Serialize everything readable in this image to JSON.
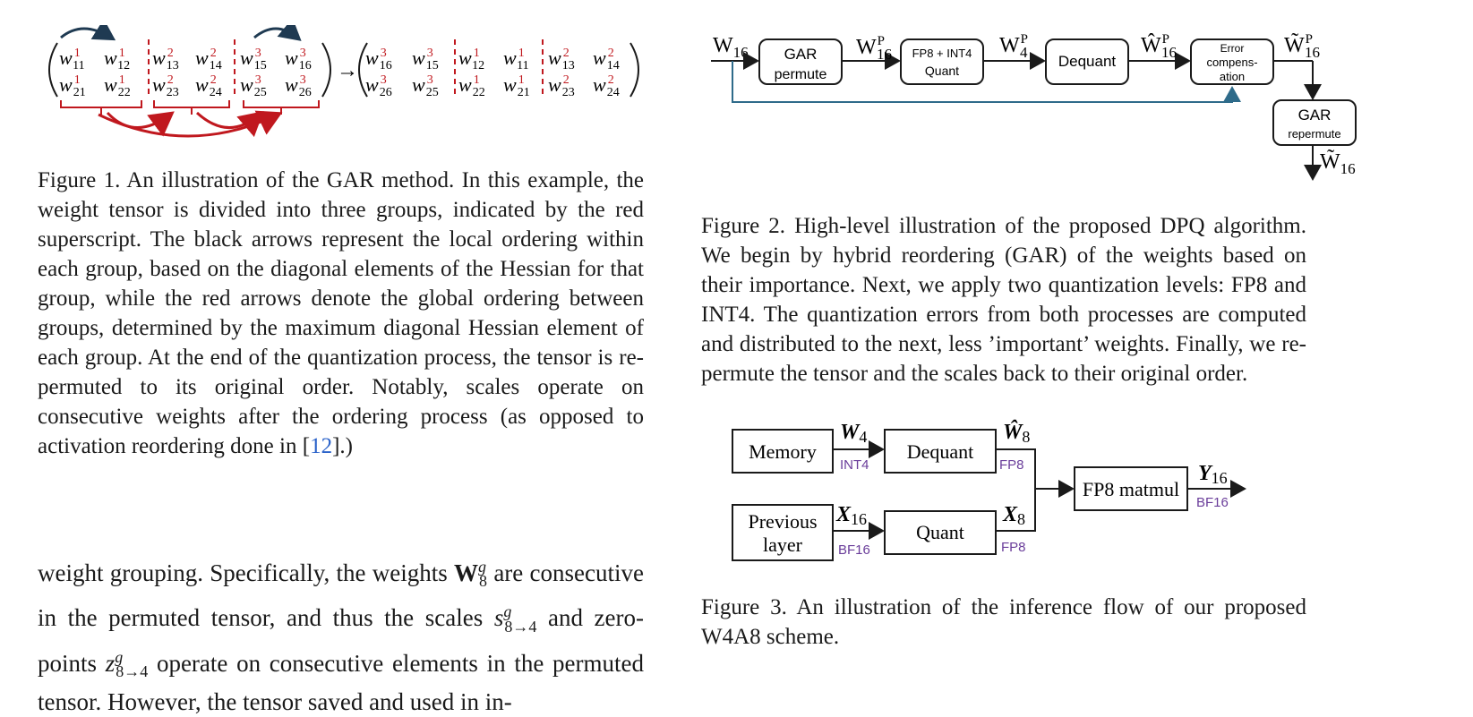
{
  "figure1": {
    "left_matrix": [
      [
        [
          "w",
          "11",
          "1"
        ],
        [
          "w",
          "12",
          "1"
        ],
        [
          "w",
          "13",
          "2"
        ],
        [
          "w",
          "14",
          "2"
        ],
        [
          "w",
          "15",
          "3"
        ],
        [
          "w",
          "16",
          "3"
        ]
      ],
      [
        [
          "w",
          "21",
          "1"
        ],
        [
          "w",
          "22",
          "1"
        ],
        [
          "w",
          "23",
          "2"
        ],
        [
          "w",
          "24",
          "2"
        ],
        [
          "w",
          "25",
          "3"
        ],
        [
          "w",
          "26",
          "3"
        ]
      ]
    ],
    "right_matrix": [
      [
        [
          "w",
          "16",
          "3"
        ],
        [
          "w",
          "15",
          "3"
        ],
        [
          "w",
          "12",
          "1"
        ],
        [
          "w",
          "11",
          "1"
        ],
        [
          "w",
          "13",
          "2"
        ],
        [
          "w",
          "14",
          "2"
        ]
      ],
      [
        [
          "w",
          "26",
          "3"
        ],
        [
          "w",
          "25",
          "3"
        ],
        [
          "w",
          "22",
          "1"
        ],
        [
          "w",
          "21",
          "1"
        ],
        [
          "w",
          "23",
          "2"
        ],
        [
          "w",
          "24",
          "2"
        ]
      ]
    ],
    "arrow_symbol": "→",
    "colors": {
      "superscript": "#c0181e",
      "dashed_divider": "#c0181e",
      "red_arrow": "#c0181e",
      "black_arrow": "#1f3a52"
    }
  },
  "caption1": {
    "text": "Figure 1.  An illustration of the GAR method.  In this example, the weight tensor is divided into three groups, indicated by the red superscript.  The black arrows represent the local ordering within each group, based on the diagonal elements of the Hessian for that group, while the red arrows denote the global ordering between groups, determined by the maximum diagonal Hessian element of each group.  At the end of the quantization process, the tensor is re-permuted to its original order.  Notably, scales operate on consecutive weights after the ordering process (as opposed to activation reordering done in [",
    "ref": "12",
    "text_end": "].)"
  },
  "figure2": {
    "input_label": "W",
    "input_sub": "16",
    "gar_permute": [
      "GAR",
      "permute"
    ],
    "w16p": {
      "base": "W",
      "sub": "16",
      "sup": "P"
    },
    "quant_box": [
      "FP8 + INT4",
      "Quant"
    ],
    "w4p": {
      "base": "W",
      "sub": "4",
      "sup": "P"
    },
    "dequant_box": "Dequant",
    "w16p_hat": {
      "base": "Ŵ",
      "sub": "16",
      "sup": "P"
    },
    "error_box": [
      "Error",
      "compens-",
      "ation"
    ],
    "w16p_tilde": {
      "base": "W̃",
      "sub": "16",
      "sup": "P"
    },
    "gar_repermute": [
      "GAR",
      "repermute"
    ],
    "output": {
      "base": "W̃",
      "sub": "16"
    },
    "colors": {
      "skip_line": "#2e6b8a"
    }
  },
  "caption2": {
    "text": "Figure 2.  High-level illustration of the proposed DPQ algorithm. We begin by hybrid reordering (GAR) of the weights based on their importance. Next, we apply two quantization levels: FP8 and INT4. The quantization errors from both processes are computed and distributed to the next, less ’important’ weights. Finally, we re-permute the tensor and the scales back to their original order."
  },
  "figure3": {
    "memory": "Memory",
    "previous_layer": [
      "Previous",
      "layer"
    ],
    "dequant": "Dequant",
    "quant": "Quant",
    "matmul": "FP8 matmul",
    "w4": {
      "base": "W",
      "sub": "4",
      "dtype": "INT4"
    },
    "w8": {
      "base": "Ŵ",
      "sub": "8",
      "dtype": "FP8"
    },
    "x16": {
      "base": "X",
      "sub": "16",
      "dtype": "BF16"
    },
    "x8": {
      "base": "X",
      "sub": "8",
      "dtype": "FP8"
    },
    "y16": {
      "base": "Y",
      "sub": "16",
      "dtype": "BF16"
    },
    "colors": {
      "dtype": "#6a3d9a"
    }
  },
  "caption3": {
    "text": "Figure 3.  An illustration of the inference flow of our proposed W4A8 scheme."
  },
  "body_text": {
    "part1": "weight grouping. Specifically, the weights ",
    "w_base": "W",
    "w_sub": "8",
    "w_sup": "g",
    "part2": " are consecutive in the permuted tensor, and thus the scales ",
    "s_base": "s",
    "s_sub": "8→4",
    "s_sup": "g",
    "part3": " and zero-points ",
    "z_base": "z",
    "z_sub": "8→4",
    "z_sup": "g",
    "part4": " operate on consecutive elements in the permuted tensor. However, the tensor saved and used in in-"
  }
}
